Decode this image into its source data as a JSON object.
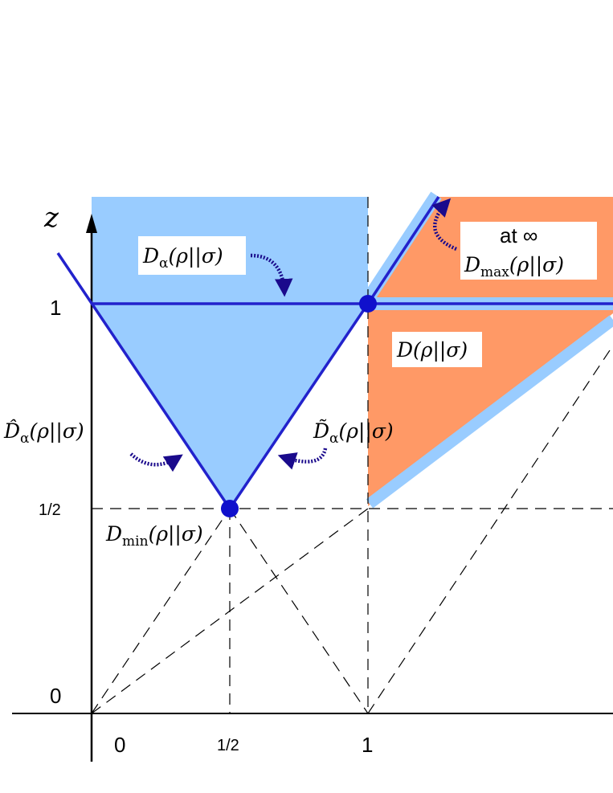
{
  "axes": {
    "y_label": "z",
    "x_ticks": [
      "0",
      "1/2",
      "1"
    ],
    "y_ticks": [
      "0",
      "1/2",
      "1"
    ]
  },
  "labels": {
    "d_alpha": {
      "main": "D",
      "sub": "α",
      "args": "(ρ||σ)"
    },
    "d_hat": {
      "main": "D̂",
      "sub": "α",
      "args": "(ρ||σ)"
    },
    "d_tilde": {
      "main": "D̃",
      "sub": "α",
      "args": "(ρ||σ)"
    },
    "d_min": {
      "main": "D",
      "sub": "min",
      "args": "(ρ||σ)"
    },
    "d_max": {
      "prefix": "at ∞",
      "main": "D",
      "sub": "max",
      "args": "(ρ||σ)"
    },
    "d_umegaki": {
      "main": "D",
      "args": "(ρ||σ)"
    }
  },
  "colors": {
    "blue_region": "#99ccff",
    "orange_region": "#ff9966",
    "line": "#2222cc",
    "arrow": "#1a0a8c",
    "dot": "#1010cc"
  }
}
